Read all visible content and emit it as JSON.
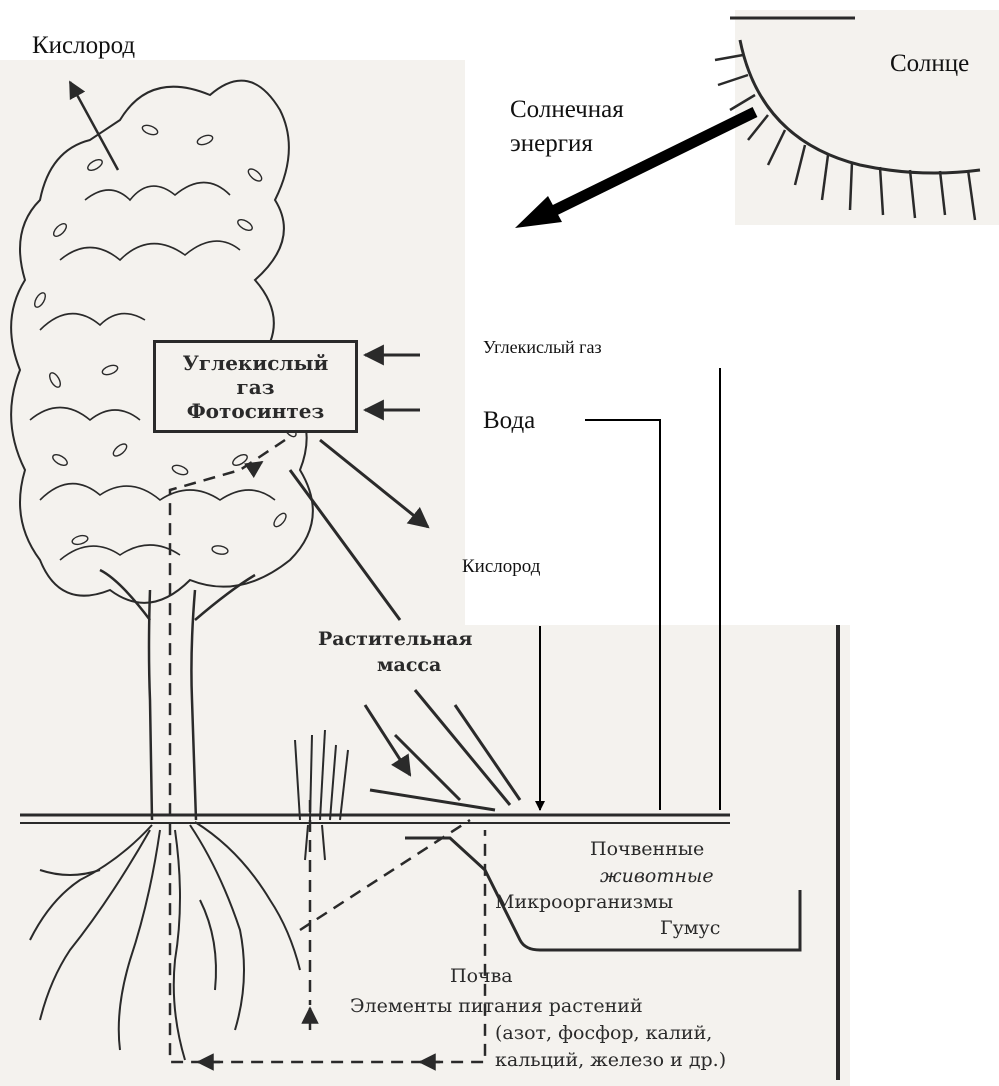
{
  "labels": {
    "oxygen_top": "Кислород",
    "sun": "Солнце",
    "solar_energy_line1": "Солнечная",
    "solar_energy_line2": "энергия",
    "co2": "Углекислый газ",
    "water": "Вода",
    "oxygen_mid": "Кислород",
    "photo_box_line1": "Углекислый",
    "photo_box_line2": "газ",
    "photo_box_line3": "Фотосинтез",
    "plant_mass_line1": "Растительная",
    "plant_mass_line2": "масса",
    "soil_animals_line1": "Почвенные",
    "soil_animals_line2": "животные",
    "microorganisms": "Микроорганизмы",
    "humus": "Гумус",
    "soil": "Почва",
    "nutrients_line1": "Элементы питания растений",
    "nutrients_line2": "(азот, фосфор, калий,",
    "nutrients_line3": "кальций, железо и др.)"
  },
  "colors": {
    "ink": "#2a2a2a",
    "paper": "#f4f2ee",
    "arrow": "#000000"
  }
}
